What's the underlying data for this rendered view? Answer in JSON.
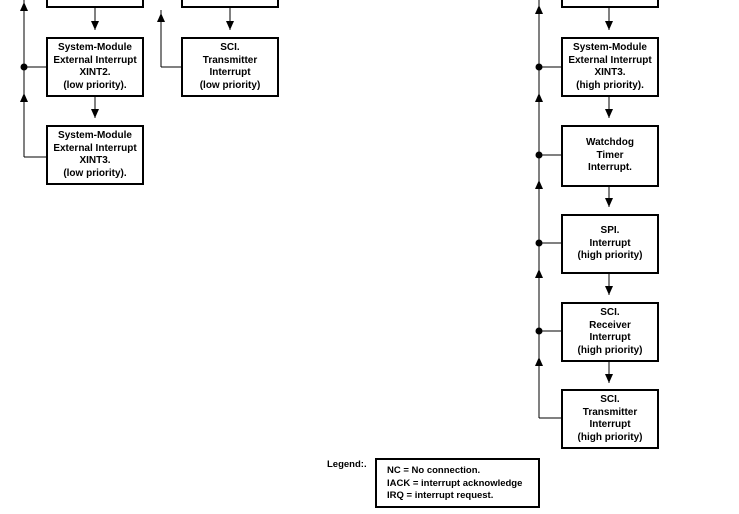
{
  "left_column": {
    "top_box_partial": "",
    "xint2": [
      "System-Module",
      "External Interrupt",
      "XINT2.",
      "(low priority)."
    ],
    "xint3": [
      "System-Module",
      "External Interrupt",
      "XINT3.",
      "(low priority)."
    ]
  },
  "middle_column": {
    "top_box_partial": "",
    "sci_tx_low": [
      "SCI.",
      "Transmitter",
      "Interrupt",
      "(low priority)"
    ]
  },
  "right_column": {
    "top_box_partial": "",
    "xint3_high": [
      "System-Module",
      "External Interrupt",
      "XINT3.",
      "(high priority)."
    ],
    "watchdog": [
      "Watchdog",
      "Timer",
      "Interrupt."
    ],
    "spi_high": [
      "SPI.",
      "Interrupt",
      "(high priority)"
    ],
    "sci_rx_high": [
      "SCI.",
      "Receiver",
      "Interrupt",
      "(high priority)"
    ],
    "sci_tx_high": [
      "SCI.",
      "Transmitter",
      "Interrupt",
      "(high priority)"
    ]
  },
  "legend": {
    "label": "Legend:.",
    "items": [
      "NC = No connection.",
      "IACK = interrupt acknowledge",
      "IRQ = interrupt request."
    ]
  }
}
